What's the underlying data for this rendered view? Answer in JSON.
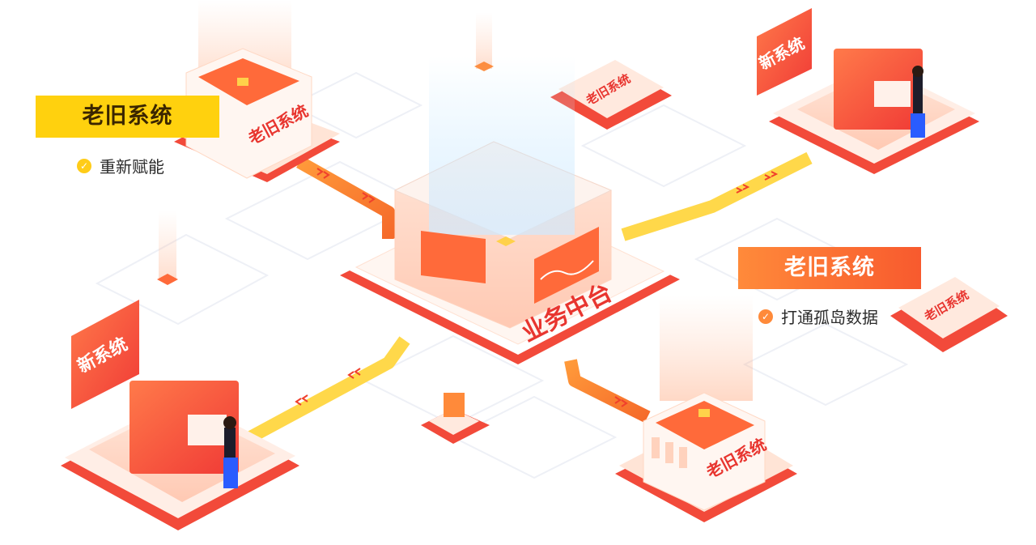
{
  "center": {
    "title": "业务中台"
  },
  "cards": {
    "top_left": {
      "title": "老旧系统",
      "bullet": "重新赋能"
    },
    "right": {
      "title": "老旧系统",
      "bullet": "打通孤岛数据"
    }
  },
  "platforms": {
    "legacy_top_left": "老旧系统",
    "legacy_bottom_right": "老旧系统",
    "legacy_top_small": "老旧系统",
    "legacy_right_small": "老旧系统",
    "new_top_right": "新系统",
    "new_bottom_left": "新系统"
  },
  "colors": {
    "primary_red": "#f23f3a",
    "orange": "#ff8a3a",
    "yellow": "#ffd10e",
    "peach": "#ffe9de"
  }
}
